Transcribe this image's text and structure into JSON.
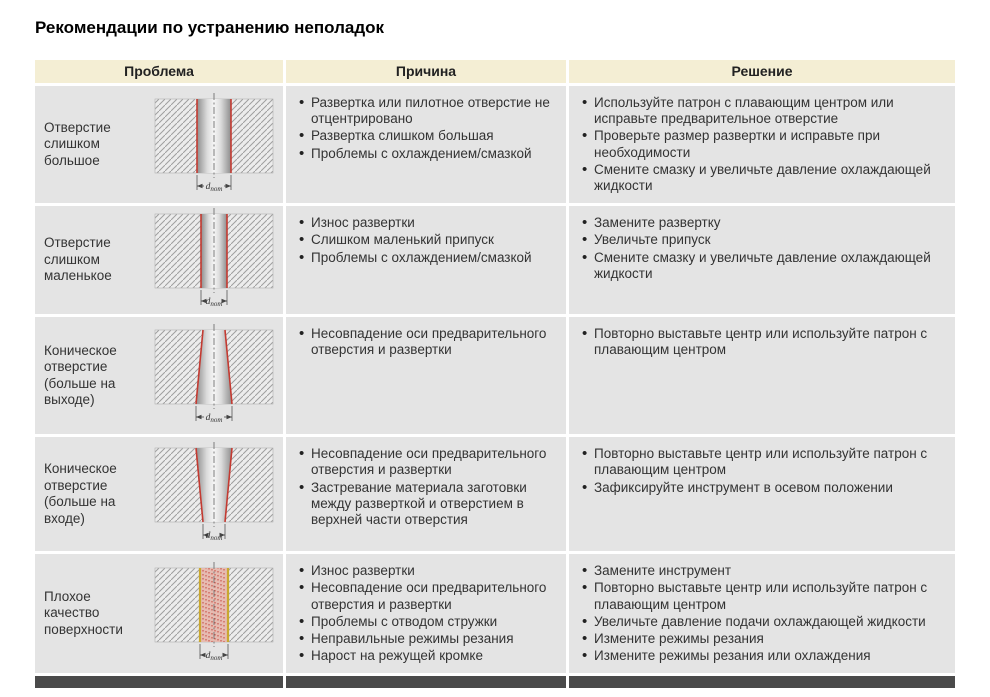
{
  "page": {
    "title": "Рекомендации по устранению неполадок"
  },
  "table": {
    "headers": [
      "Проблема",
      "Причина",
      "Решение"
    ],
    "dim_label": {
      "main": "d",
      "sub": "nom"
    },
    "rows": [
      {
        "problem": "Отверстие слишком большое",
        "diagram": "bore-oversized",
        "causes": [
          "Развертка или пилотное отверстие не отцентрировано",
          "Развертка слишком большая",
          "Проблемы с охлаждением/смазкой"
        ],
        "solutions": [
          "Используйте патрон с плавающим центром или исправьте предварительное отверстие",
          "Проверьте размер развертки и исправьте при необходимости",
          "Смените смазку и увеличьте давление охлаждающей жидкости"
        ]
      },
      {
        "problem": "Отверстие слишком маленькое",
        "diagram": "bore-undersized",
        "causes": [
          "Износ развертки",
          "Слишком маленький припуск",
          "Проблемы с охлаждением/смазкой"
        ],
        "solutions": [
          "Замените развертку",
          "Увеличьте припуск",
          "Смените смазку и увеличьте давление охлаждающей жидкости"
        ]
      },
      {
        "problem": "Коническое отверстие (больше на выходе)",
        "diagram": "taper-exit",
        "causes": [
          "Несовпадение оси предварительного отверстия и развертки"
        ],
        "solutions": [
          "Повторно выставьте центр или используйте патрон с плавающим центром"
        ]
      },
      {
        "problem": "Коническое отверстие (больше на входе)",
        "diagram": "taper-entry",
        "causes": [
          "Несовпадение оси предварительного отверстия и развертки",
          "Застревание материала заготовки между разверткой и отверстием в верхней части отверстия"
        ],
        "solutions": [
          "Повторно выставьте центр или используйте патрон с плавающим центром",
          "Зафиксируйте инструмент в осевом положении"
        ]
      },
      {
        "problem": "Плохое качество поверхности",
        "diagram": "rough-surface",
        "causes": [
          "Износ развертки",
          "Несовпадение оси предварительного отверстия и развертки",
          "Проблемы с отводом стружки",
          "Неправильные режимы резания",
          "Нарост на режущей кромке"
        ],
        "solutions": [
          "Замените инструмент",
          "Повторно выставьте центр или используйте патрон с плавающим центром",
          "Увеличьте давление подачи охлаждающей жидкости",
          "Измените режимы резания",
          "Измените режимы резания или охлаждения"
        ]
      }
    ]
  }
}
